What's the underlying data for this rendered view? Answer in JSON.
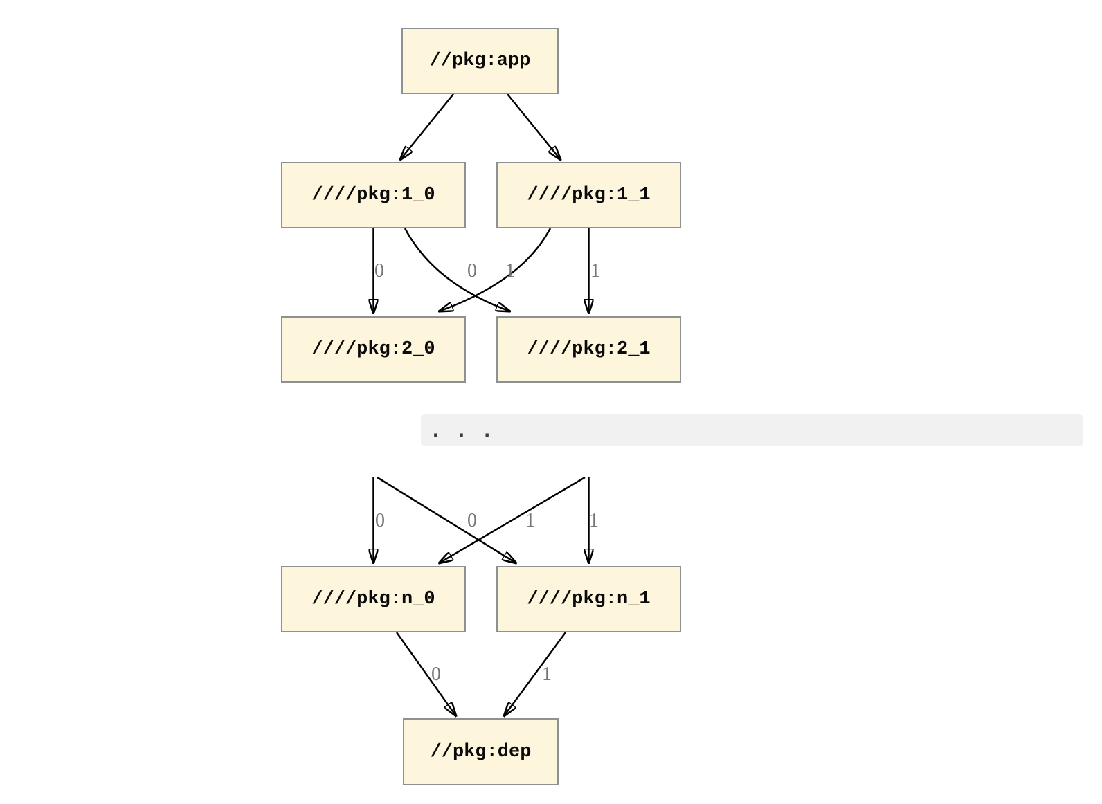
{
  "diagram": {
    "type": "dependency-graph",
    "nodes": [
      {
        "id": "app",
        "label": "//pkg:app"
      },
      {
        "id": "1_0",
        "label": "////pkg:1_0"
      },
      {
        "id": "1_1",
        "label": "////pkg:1_1"
      },
      {
        "id": "2_0",
        "label": "////pkg:2_0"
      },
      {
        "id": "2_1",
        "label": "////pkg:2_1"
      },
      {
        "id": "n_0",
        "label": "////pkg:n_0"
      },
      {
        "id": "n_1",
        "label": "////pkg:n_1"
      },
      {
        "id": "dep",
        "label": "//pkg:dep"
      }
    ],
    "edges": [
      {
        "from": "app",
        "to": "1_0",
        "label": ""
      },
      {
        "from": "app",
        "to": "1_1",
        "label": ""
      },
      {
        "from": "1_0",
        "to": "2_0",
        "label": "0"
      },
      {
        "from": "1_1",
        "to": "2_0",
        "label": "0"
      },
      {
        "from": "1_0",
        "to": "2_1",
        "label": "1"
      },
      {
        "from": "1_1",
        "to": "2_1",
        "label": "1"
      },
      {
        "from": "...",
        "to": "n_0",
        "label": "0"
      },
      {
        "from": "...",
        "to": "n_0",
        "label": "0"
      },
      {
        "from": "...",
        "to": "n_1",
        "label": "1"
      },
      {
        "from": "...",
        "to": "n_1",
        "label": "1"
      },
      {
        "from": "n_0",
        "to": "dep",
        "label": "0"
      },
      {
        "from": "n_1",
        "to": "dep",
        "label": "1"
      }
    ],
    "ellipsis": ". . .",
    "colors": {
      "node_fill": "#FDF6DC",
      "node_border": "#8C9294",
      "edge": "#000000",
      "edge_label": "#757575",
      "band_background": "#F1F1F1",
      "dots": "#3C3C3C",
      "page_background": "#FFFFFF"
    }
  }
}
